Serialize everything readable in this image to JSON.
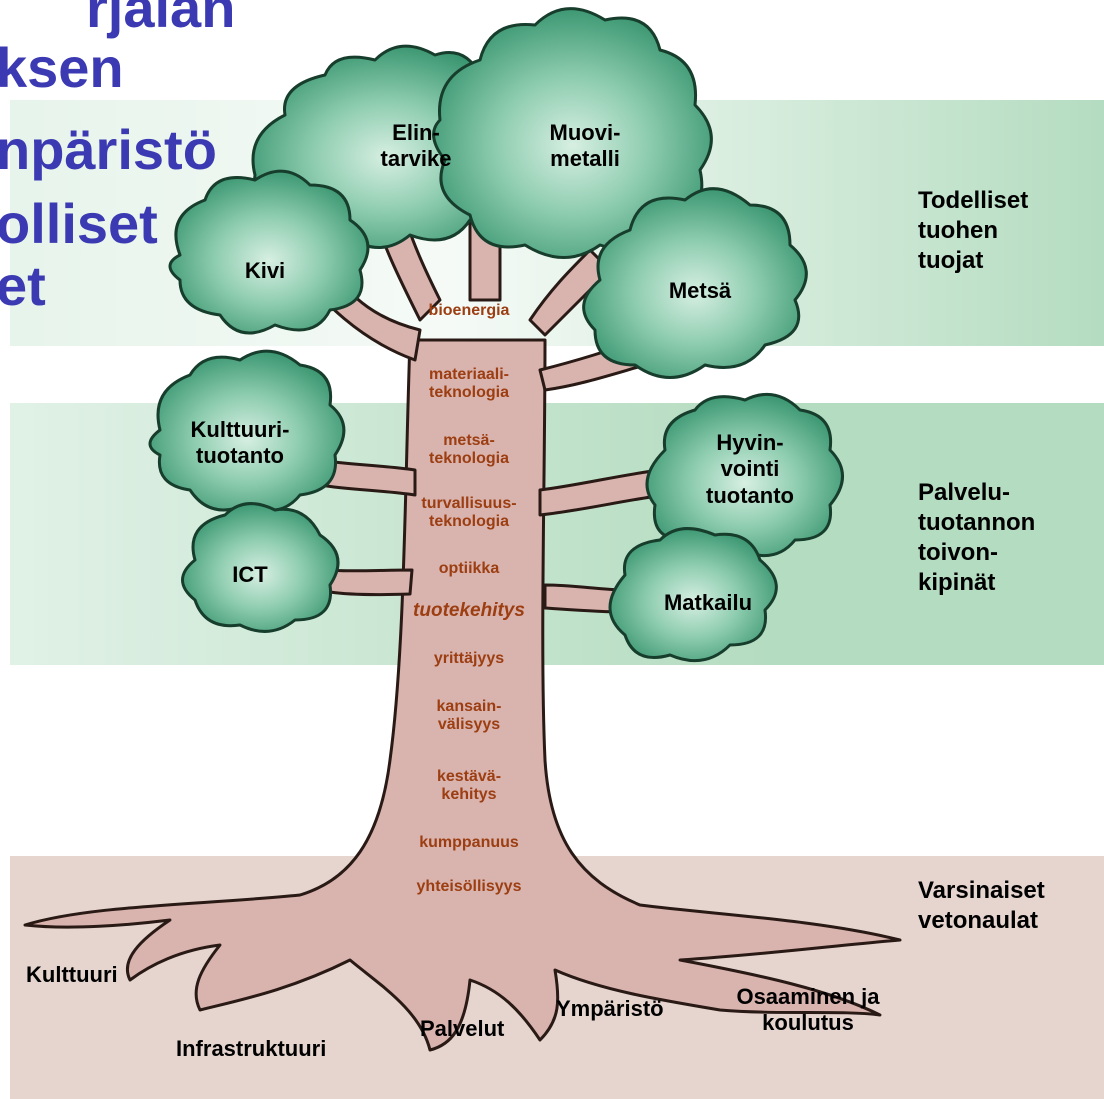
{
  "title_fragments": [
    "rjalan",
    "ksen",
    "npäristö",
    "olliset",
    "et"
  ],
  "colors": {
    "title": "#3b3ab2",
    "foliage": "#4fae86",
    "trunk": "#d9b3ad",
    "trunk_label": "#9c3e12",
    "band_green": "#b4dcc0",
    "band_brown": "#e6d5cf"
  },
  "crowns": {
    "elintarvike": "Elin-\ntarvike",
    "muovimetalli": "Muovi-\nmetalli",
    "kivi": "Kivi",
    "metsa": "Metsä",
    "kulttuurituotanto": "Kulttuuri-\ntuotanto",
    "hyvinvointi": "Hyvin-\nvointi\ntuotanto",
    "ict": "ICT",
    "matkailu": "Matkailu"
  },
  "trunk_labels": {
    "bioenergia": "bioenergia",
    "materiaali": "materiaali-\nteknologia",
    "metsa": "metsä-\nteknologia",
    "turvallisuus": "turvallisuus-\nteknologia",
    "optiikka": "optiikka",
    "tuotekehitys": "tuotekehitys",
    "yrittajyys": "yrittäjyys",
    "kansainvalisyys": "kansain-\nvälisyys",
    "kestava": "kestävä-\nkehitys",
    "kumppanuus": "kumppanuus",
    "yhteisollisyys": "yhteisöllisyys"
  },
  "side_labels": {
    "top": "Todelliset\ntuohen\ntuojat",
    "middle": "Palvelu-\ntuotannon\ntoivon-\nkipinät",
    "bottom": "Varsinaiset\nvetonaulat"
  },
  "root_labels": {
    "kulttuuri": "Kulttuuri",
    "infrastruktuuri": "Infrastruktuuri",
    "palvelut": "Palvelut",
    "ymparisto": "Ympäristö",
    "osaaminen": "Osaaminen ja\nkoulutus"
  }
}
